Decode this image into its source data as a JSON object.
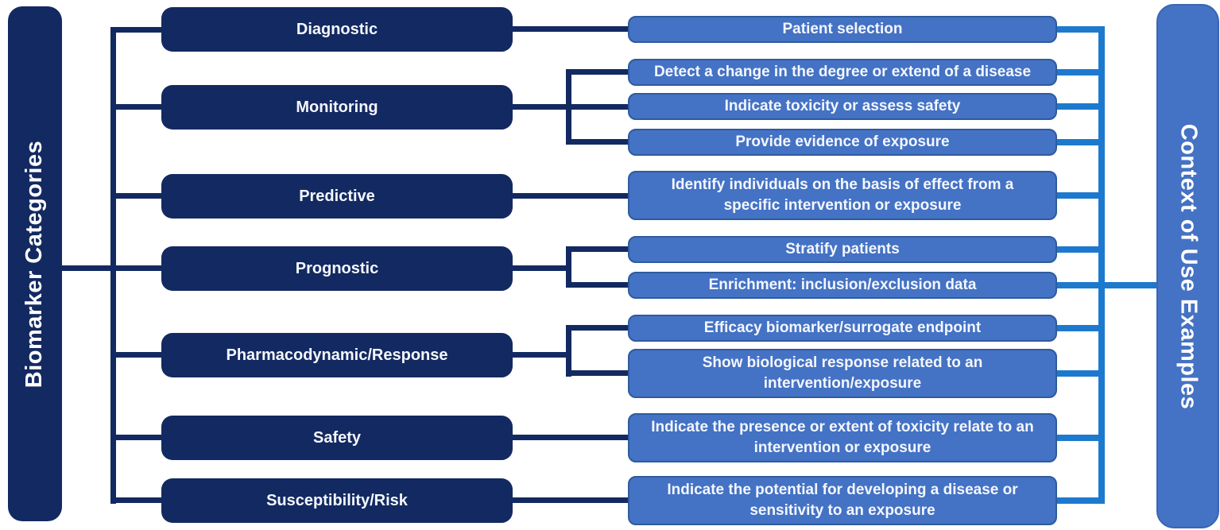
{
  "left_bar": {
    "label": "Biomarker Categories"
  },
  "right_bar": {
    "label": "Context of Use Examples"
  },
  "categories": [
    {
      "label": "Diagnostic"
    },
    {
      "label": "Monitoring"
    },
    {
      "label": "Predictive"
    },
    {
      "label": "Prognostic"
    },
    {
      "label": "Pharmacodynamic/Response"
    },
    {
      "label": "Safety"
    },
    {
      "label": "Susceptibility/Risk"
    }
  ],
  "examples": [
    {
      "label": "Patient selection"
    },
    {
      "label": "Detect a change in the degree or extend of a disease"
    },
    {
      "label": "Indicate toxicity or assess safety"
    },
    {
      "label": "Provide evidence of exposure"
    },
    {
      "label": "Identify individuals on the basis of effect from a specific intervention or exposure"
    },
    {
      "label": "Stratify patients"
    },
    {
      "label": "Enrichment: inclusion/exclusion data"
    },
    {
      "label": "Efficacy biomarker/surrogate endpoint"
    },
    {
      "label": "Show biological response related to an intervention/exposure"
    },
    {
      "label": "Indicate the presence or extent of toxicity relate to an intervention or exposure"
    },
    {
      "label": "Indicate the potential for developing a disease or sensitivity to an exposure"
    }
  ],
  "connections": [
    {
      "category": "Diagnostic",
      "examples": [
        "Patient selection"
      ]
    },
    {
      "category": "Monitoring",
      "examples": [
        "Detect a change in the degree or extend of a disease",
        "Indicate toxicity or assess safety",
        "Provide evidence of exposure"
      ]
    },
    {
      "category": "Predictive",
      "examples": [
        "Identify individuals on the basis of effect from a specific intervention or exposure"
      ]
    },
    {
      "category": "Prognostic",
      "examples": [
        "Stratify patients",
        "Enrichment: inclusion/exclusion data"
      ]
    },
    {
      "category": "Pharmacodynamic/Response",
      "examples": [
        "Efficacy biomarker/surrogate endpoint",
        "Show biological response related to an intervention/exposure"
      ]
    },
    {
      "category": "Safety",
      "examples": [
        "Indicate the presence or extent of toxicity relate to an intervention or exposure"
      ]
    },
    {
      "category": "Susceptibility/Risk",
      "examples": [
        "Indicate the potential for developing a disease or sensitivity to an exposure"
      ]
    }
  ],
  "colors": {
    "dark_navy": "#132961",
    "medium_blue": "#4472C4",
    "example_border": "#2E5B9E",
    "connector_blue": "#1D79CE",
    "text": "#FFFFFF"
  }
}
